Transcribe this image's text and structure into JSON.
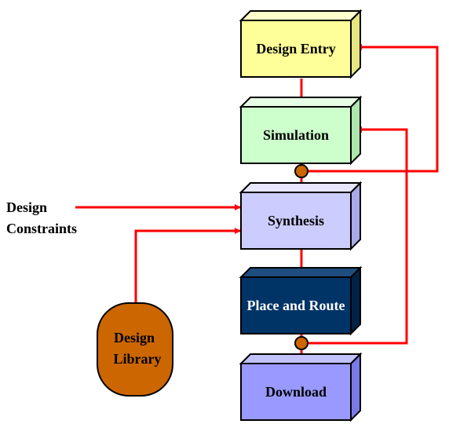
{
  "blocks": [
    {
      "id": "design-entry",
      "label": "Design Entry",
      "front": "#ffff99",
      "top": "#ffffcc",
      "side": "#e6e680",
      "text": "#000000"
    },
    {
      "id": "simulation",
      "label": "Simulation",
      "front": "#ccffcc",
      "top": "#e6ffe6",
      "side": "#aee6ae",
      "text": "#000000"
    },
    {
      "id": "synthesis",
      "label": "Synthesis",
      "front": "#ccccff",
      "top": "#e6e6ff",
      "side": "#aaaae6",
      "text": "#000000"
    },
    {
      "id": "place-and-route",
      "label": "Place and Route",
      "front": "#003366",
      "top": "#1f4d80",
      "side": "#002244",
      "text": "#ffffff"
    },
    {
      "id": "download",
      "label": "Download",
      "front": "#9999ff",
      "top": "#c2c2ff",
      "side": "#7a7ae6",
      "text": "#000000"
    }
  ],
  "design_constraints": {
    "line1": "Design",
    "line2": "Constraints"
  },
  "design_library": {
    "line1": "Design",
    "line2": "Library",
    "fill": "#cc6600"
  },
  "colors": {
    "arrow": "#ff0000",
    "junction_fill": "#cc6600",
    "outline": "#000000"
  }
}
